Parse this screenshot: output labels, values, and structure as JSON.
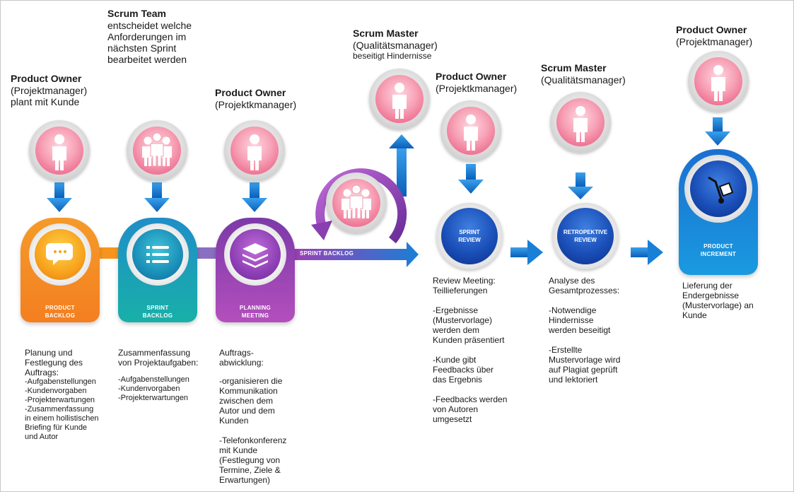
{
  "roles": {
    "po1": {
      "title": "Product Owner",
      "line1": "(Projektmanager)",
      "line2": "plant mit Kunde"
    },
    "team1": {
      "title": "Scrum Team",
      "line1": "entscheidet welche",
      "line2": "Anforderungen im",
      "line3": "nächsten Sprint",
      "line4": "bearbeitet werden"
    },
    "po2": {
      "title": "Product Owner",
      "line1": "(Projektkmanager)"
    },
    "sm1": {
      "title": "Scrum Master",
      "line1": "(Qualitätsmanager)",
      "line2": "beseitigt Hindernisse"
    },
    "po3": {
      "title": "Product Owner",
      "line1": "(Projektkmanager)"
    },
    "sm2": {
      "title": "Scrum Master",
      "line1": "(Qualitätsmanager)"
    },
    "po4": {
      "title": "Product Owner",
      "line1": "(Projektmanager)"
    }
  },
  "cards": {
    "product_backlog": {
      "line1": "PRODUCT",
      "line2": "BACKLOG",
      "icon": "chat-bubbles-icon"
    },
    "sprint_backlog": {
      "line1": "SPRINT",
      "line2": "BACKLOG",
      "icon": "list-icon"
    },
    "planning_meeting": {
      "line1": "PLANNING",
      "line2": "MEETING",
      "icon": "layers-icon"
    },
    "sprint_review": {
      "line1": "SPRINT",
      "line2": "REVIEW"
    },
    "retro_review": {
      "line1": "RETROPEKTIVE",
      "line2": "REVIEW"
    },
    "product_increment": {
      "line1": "PRODUCT",
      "line2": "INCREMENT",
      "icon": "hand-truck-icon"
    }
  },
  "arrow_label": "SPRINT BACKLOG",
  "descriptions": {
    "d1": {
      "title1": "Planung und",
      "title2": "Festlegung des",
      "title3": "Auftrags:",
      "items": [
        "-Aufgabenstellungen",
        "-Kundenvorgaben",
        "-Projekterwartungen",
        "-Zusammenfassung",
        "in einem hollistischen",
        "Briefing für Kunde",
        "und Autor"
      ]
    },
    "d2": {
      "title1": "Zusammenfassung",
      "title2": "von Projektaufgaben:",
      "items": [
        "-Aufgabenstellungen",
        "-Kundenvorgaben",
        "-Projekterwartungen"
      ]
    },
    "d3": {
      "title1": "Auftrags-",
      "title2": "abwicklung:",
      "items": [
        "-organisieren die",
        "Kommunikation",
        "zwischen dem",
        "Autor und dem",
        "Kunden",
        "",
        "-Telefonkonferenz",
        "mit Kunde",
        "(Festlegung von",
        "Termine, Ziele &",
        "Erwartungen)"
      ]
    },
    "d4": {
      "title1": "Review Meeting:",
      "title2": "Teillieferungen",
      "items": [
        "-Ergebnisse",
        "(Mustervorlage)",
        "werden dem",
        "Kunden präsentiert",
        "",
        "-Kunde gibt",
        "Feedbacks über",
        "das Ergebnis",
        "",
        "-Feedbacks werden",
        "von Autoren",
        "umgesetzt"
      ]
    },
    "d5": {
      "title1": "Analyse des",
      "title2": "Gesamtprozesses:",
      "items": [
        "-Notwendige",
        "Hindernisse",
        "werden beseitigt",
        "",
        "-Erstellte",
        "Mustervorlage wird",
        "auf Plagiat geprüft",
        "und lektoriert"
      ]
    },
    "d6": {
      "items": [
        "Lieferung der",
        "Endergebnisse",
        "(Mustervorlage) an",
        "Kunde"
      ]
    }
  },
  "colors": {
    "arrow_blue": "#1a7fd6",
    "orange": "#f7941d",
    "teal": "#1aa0b0",
    "purple": "#9b3fb5",
    "blue": "#1a4fb8"
  }
}
